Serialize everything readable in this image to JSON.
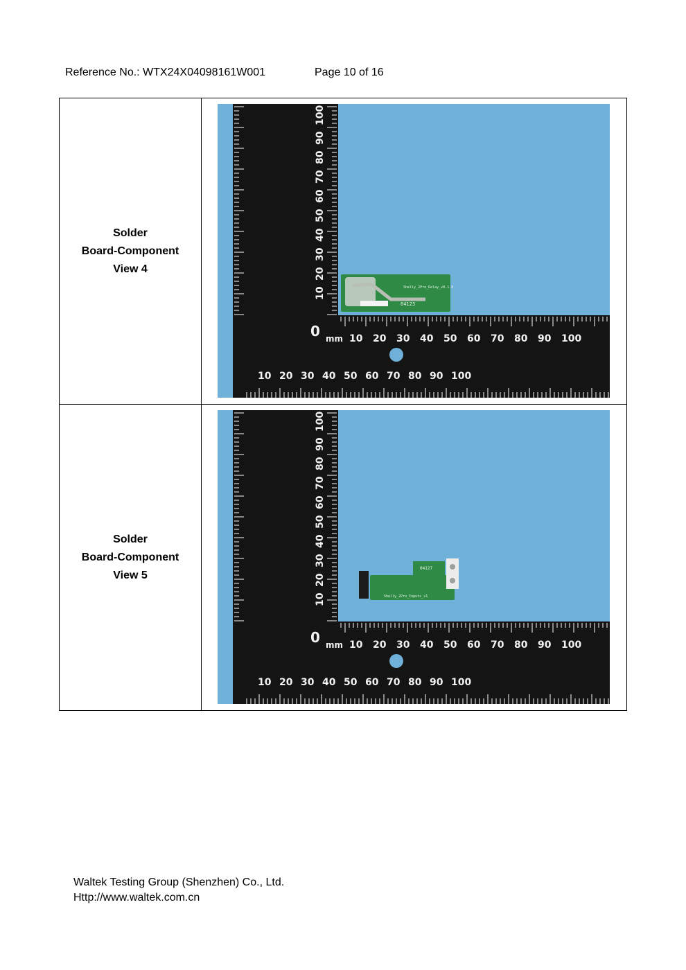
{
  "header": {
    "reference": "Reference No.: WTX24X04098161W001",
    "page": "Page 10 of 16"
  },
  "photos": [
    {
      "label_lines": [
        "Solder",
        "Board-Component",
        "View 4"
      ],
      "board_text": "Shelly_2Pro_Relay_v0.1.0",
      "board_code": "04123",
      "ruler_vertical_labels": [
        "10",
        "20",
        "30",
        "40",
        "50",
        "60",
        "70",
        "80",
        "90",
        "100"
      ],
      "ruler_horizontal_labels": [
        "10",
        "20",
        "30",
        "40",
        "50",
        "60",
        "70",
        "80",
        "90",
        "100"
      ],
      "ruler_unit": "mm",
      "ruler_zero": "0"
    },
    {
      "label_lines": [
        "Solder",
        "Board-Component",
        "View 5"
      ],
      "board_text": "Shelly_2Pro_Inputs_v1",
      "board_code": "04127",
      "ruler_vertical_labels": [
        "10",
        "20",
        "30",
        "40",
        "50",
        "60",
        "70",
        "80",
        "90",
        "100"
      ],
      "ruler_horizontal_labels": [
        "10",
        "20",
        "30",
        "40",
        "50",
        "60",
        "70",
        "80",
        "90",
        "100"
      ],
      "ruler_unit": "mm",
      "ruler_zero": "0"
    }
  ],
  "footer": {
    "company": "Waltek Testing Group (Shenzhen) Co., Ltd.",
    "url": "Http://www.waltek.com.cn"
  },
  "colors": {
    "background": "#6fb1d8",
    "ruler": "#141414",
    "pcb": "#2e8a44",
    "connector": "#ececec"
  }
}
